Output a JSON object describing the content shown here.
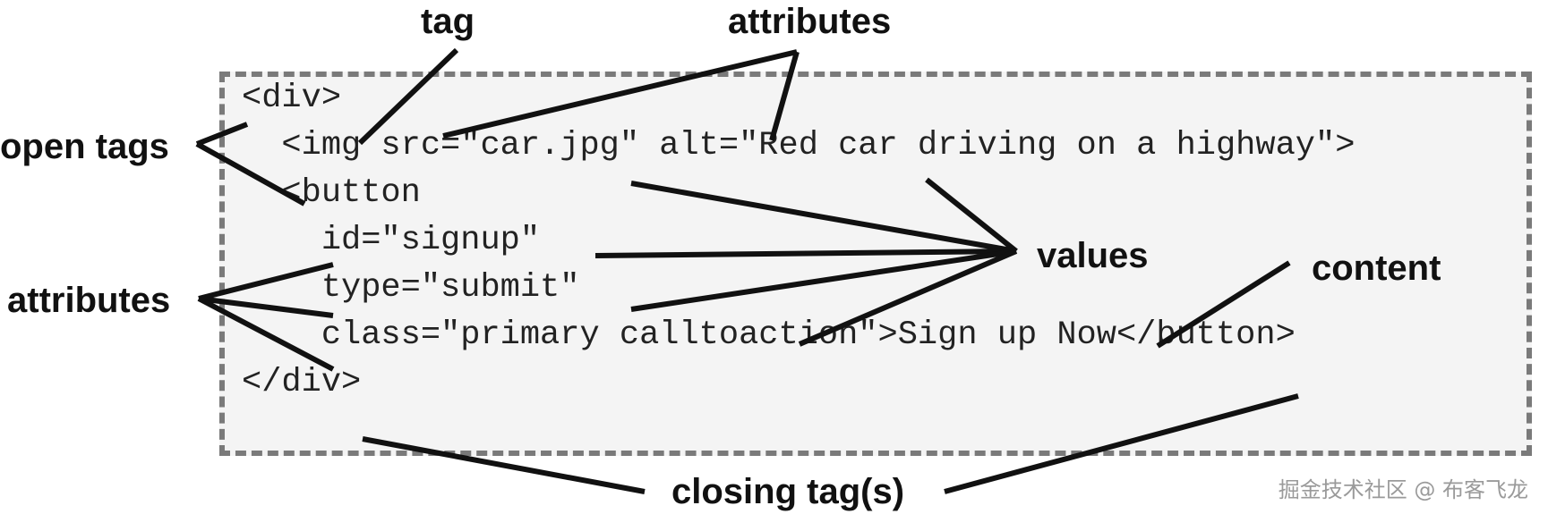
{
  "code_lines": [
    "<div>",
    "  <img src=\"car.jpg\" alt=\"Red car driving on a highway\">",
    "  <button",
    "    id=\"signup\"",
    "    type=\"submit\"",
    "    class=\"primary calltoaction\">Sign up Now</button>",
    "</div>"
  ],
  "labels": {
    "tag": "tag",
    "attributes_top": "attributes",
    "open_tags": "open tags",
    "attributes_left": "attributes",
    "values": "values",
    "content": "content",
    "closing_tags": "closing tag(s)"
  },
  "watermark": "掘金技术社区 @ 布客飞龙",
  "colors": {
    "box_fill": "#f4f4f4",
    "box_border": "#7a7a7a",
    "line": "#111111",
    "text": "#111111"
  }
}
